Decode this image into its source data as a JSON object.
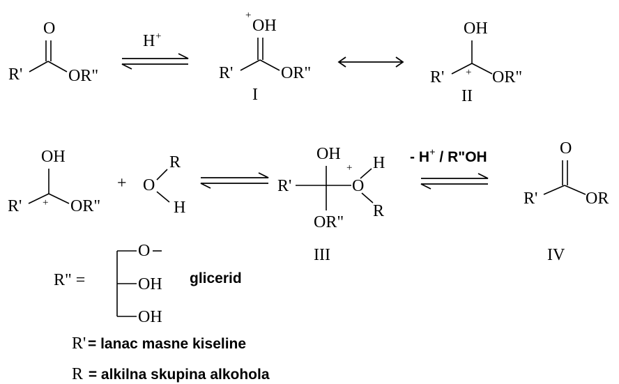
{
  "row1": {
    "ester": {
      "carbonyl_o": "O",
      "r1": "R'",
      "or2": "OR\""
    },
    "acid_label": "H",
    "acid_charge": "+",
    "intermediate_I": {
      "plus": "+",
      "oh": "OH",
      "r1": "R'",
      "or2": "OR\"",
      "label": "I"
    },
    "intermediate_II": {
      "oh": "OH",
      "r1": "R'",
      "plus": "+",
      "or2": "OR\"",
      "label": "II"
    }
  },
  "row2": {
    "cation": {
      "oh": "OH",
      "r1": "R'",
      "plus": "+",
      "or2": "OR\""
    },
    "plus_sign": "+",
    "alcohol": {
      "r": "R",
      "o": "O",
      "h": "H"
    },
    "intermediate_III": {
      "oh": "OH",
      "plus": "+",
      "h": "H",
      "r1": "R'",
      "o": "O",
      "or2": "OR\"",
      "r": "R",
      "label": "III"
    },
    "elimination_label": "- H",
    "elimination_charge": "+",
    "elimination_rest": " / R\"OH",
    "product_IV": {
      "carbonyl_o": "O",
      "r1": "R'",
      "or": "OR",
      "label": "IV"
    }
  },
  "glyceride": {
    "lhs": "R\" =",
    "o_group": "O",
    "oh1": "OH",
    "oh2": "OH",
    "name": "glicerid"
  },
  "legend": {
    "r1_symbol": "R'",
    "r1_text": "= lanac masne kiseline",
    "r_symbol": "R",
    "r_text": " = alkilna skupina alkohola"
  }
}
